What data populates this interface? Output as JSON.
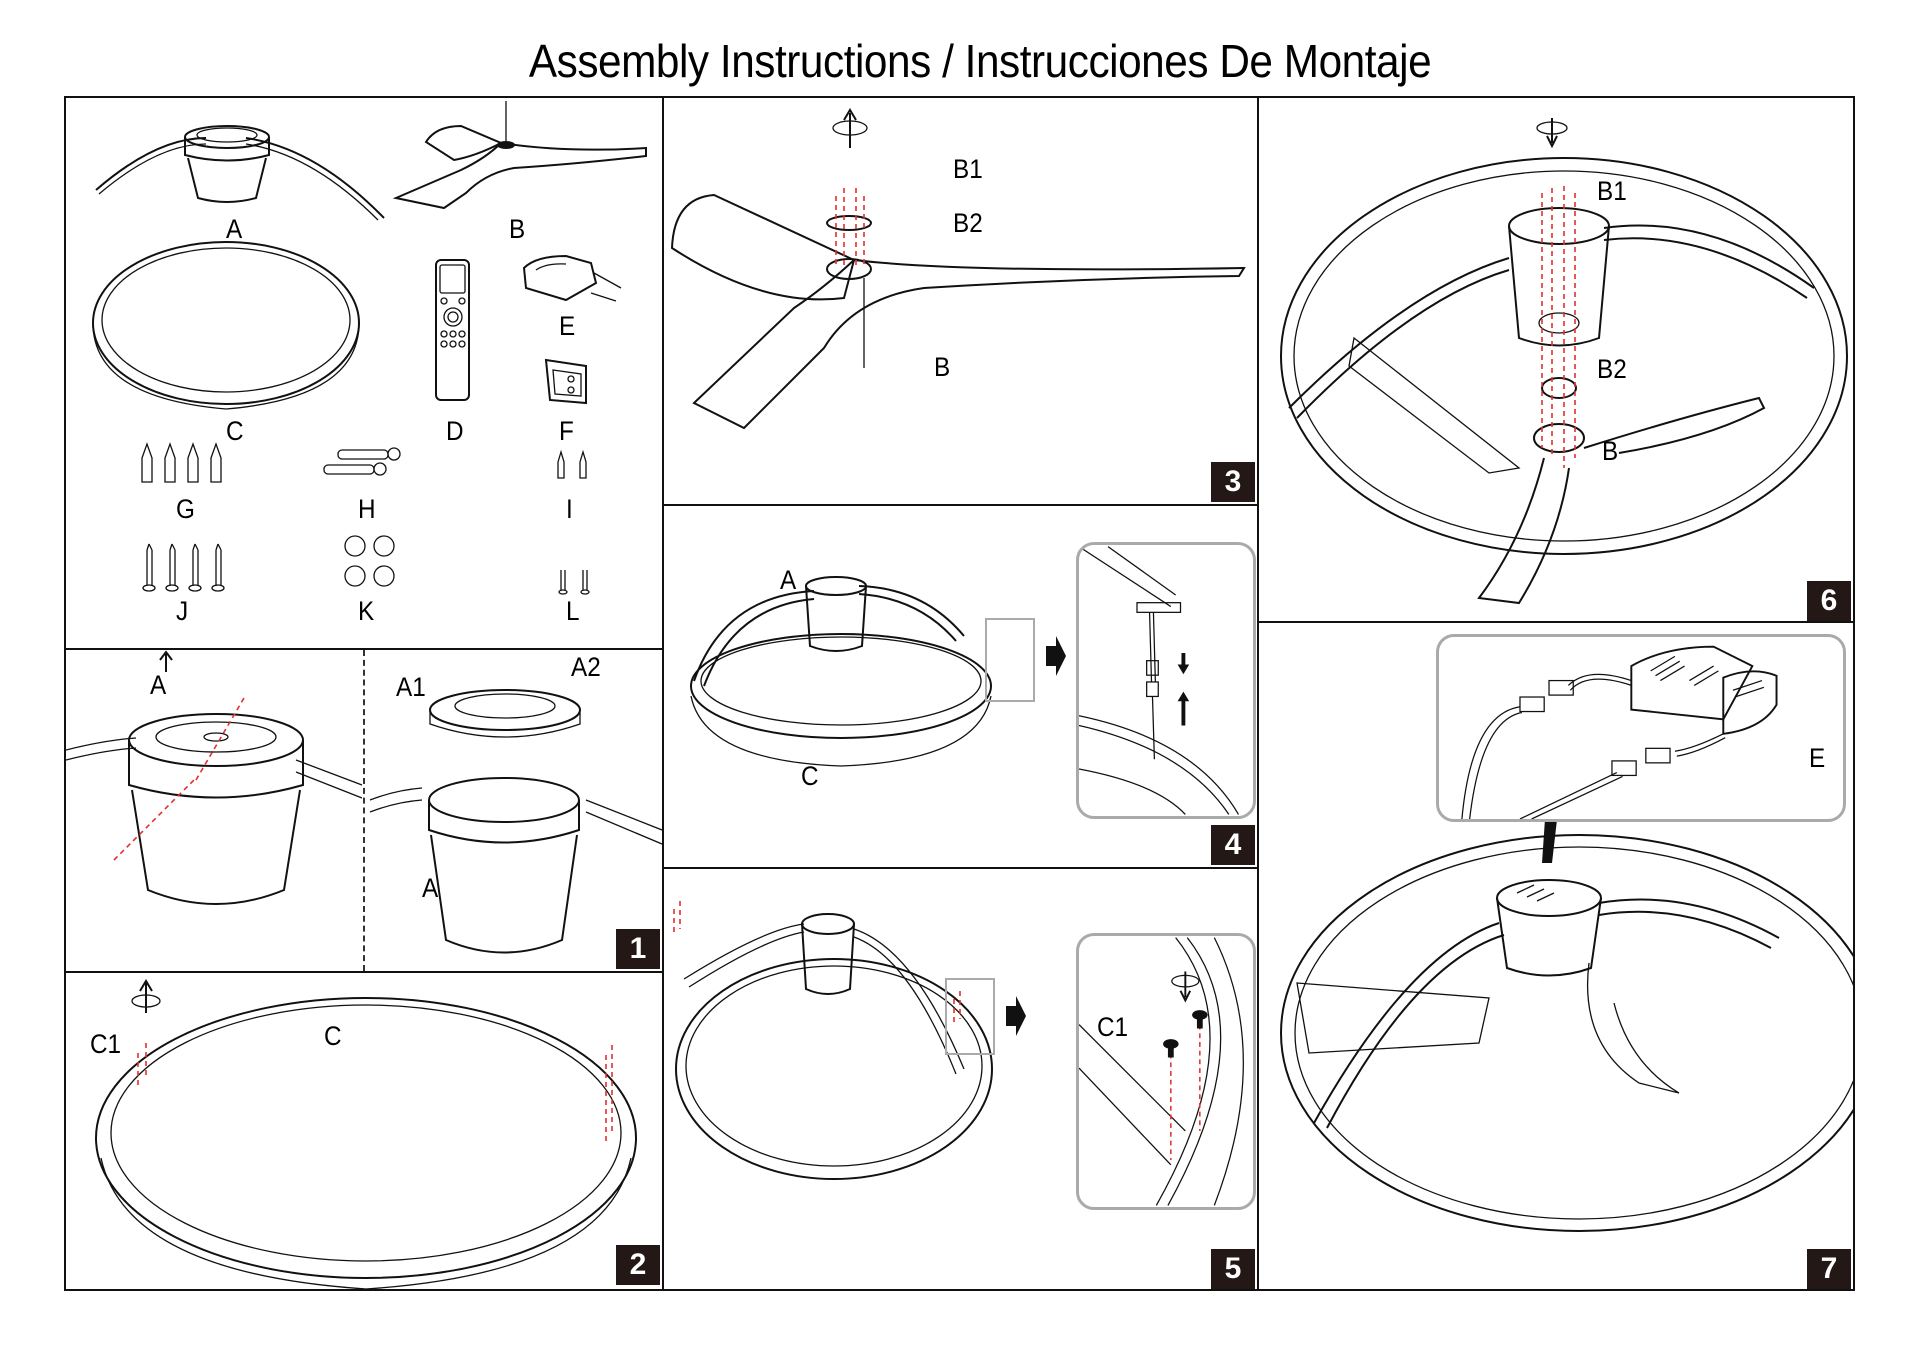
{
  "title": "Assembly Instructions / Instrucciones De Montaje",
  "parts": {
    "labels": [
      "A",
      "B",
      "C",
      "D",
      "E",
      "F",
      "G",
      "H",
      "I",
      "J",
      "K",
      "L"
    ],
    "items": [
      {
        "id": "A",
        "depicts": "canopy-with-arms"
      },
      {
        "id": "B",
        "depicts": "three-blade-assembly"
      },
      {
        "id": "C",
        "depicts": "outer-ring"
      },
      {
        "id": "D",
        "depicts": "remote-control"
      },
      {
        "id": "E",
        "depicts": "receiver-box"
      },
      {
        "id": "F",
        "depicts": "remote-holder"
      },
      {
        "id": "G",
        "depicts": "wall-anchors",
        "quantity": 4
      },
      {
        "id": "H",
        "depicts": "expansion-bolts",
        "quantity": 2
      },
      {
        "id": "I",
        "depicts": "small-anchors",
        "quantity": 2
      },
      {
        "id": "J",
        "depicts": "wood-screws",
        "quantity": 4
      },
      {
        "id": "K",
        "depicts": "adhesive-pads",
        "quantity": 4
      },
      {
        "id": "L",
        "depicts": "small-screws",
        "quantity": 2
      }
    ]
  },
  "steps": [
    {
      "number": "1",
      "labels": {
        "left": "A",
        "a1": "A1",
        "a2": "A2",
        "right": "A"
      }
    },
    {
      "number": "2",
      "labels": {
        "c1": "C1",
        "c": "C"
      }
    },
    {
      "number": "3",
      "labels": {
        "b1": "B1",
        "b2": "B2",
        "b": "B"
      }
    },
    {
      "number": "4",
      "labels": {
        "a": "A",
        "c": "C"
      }
    },
    {
      "number": "5",
      "labels": {
        "c1": "C1"
      }
    },
    {
      "number": "6",
      "labels": {
        "b1": "B1",
        "b2": "B2",
        "b": "B"
      }
    },
    {
      "number": "7",
      "labels": {
        "e": "E"
      }
    }
  ],
  "colors": {
    "line": "#111111",
    "badge": "#231815",
    "guide_dash": "#e03030",
    "inset_border": "#aaaaaa"
  }
}
